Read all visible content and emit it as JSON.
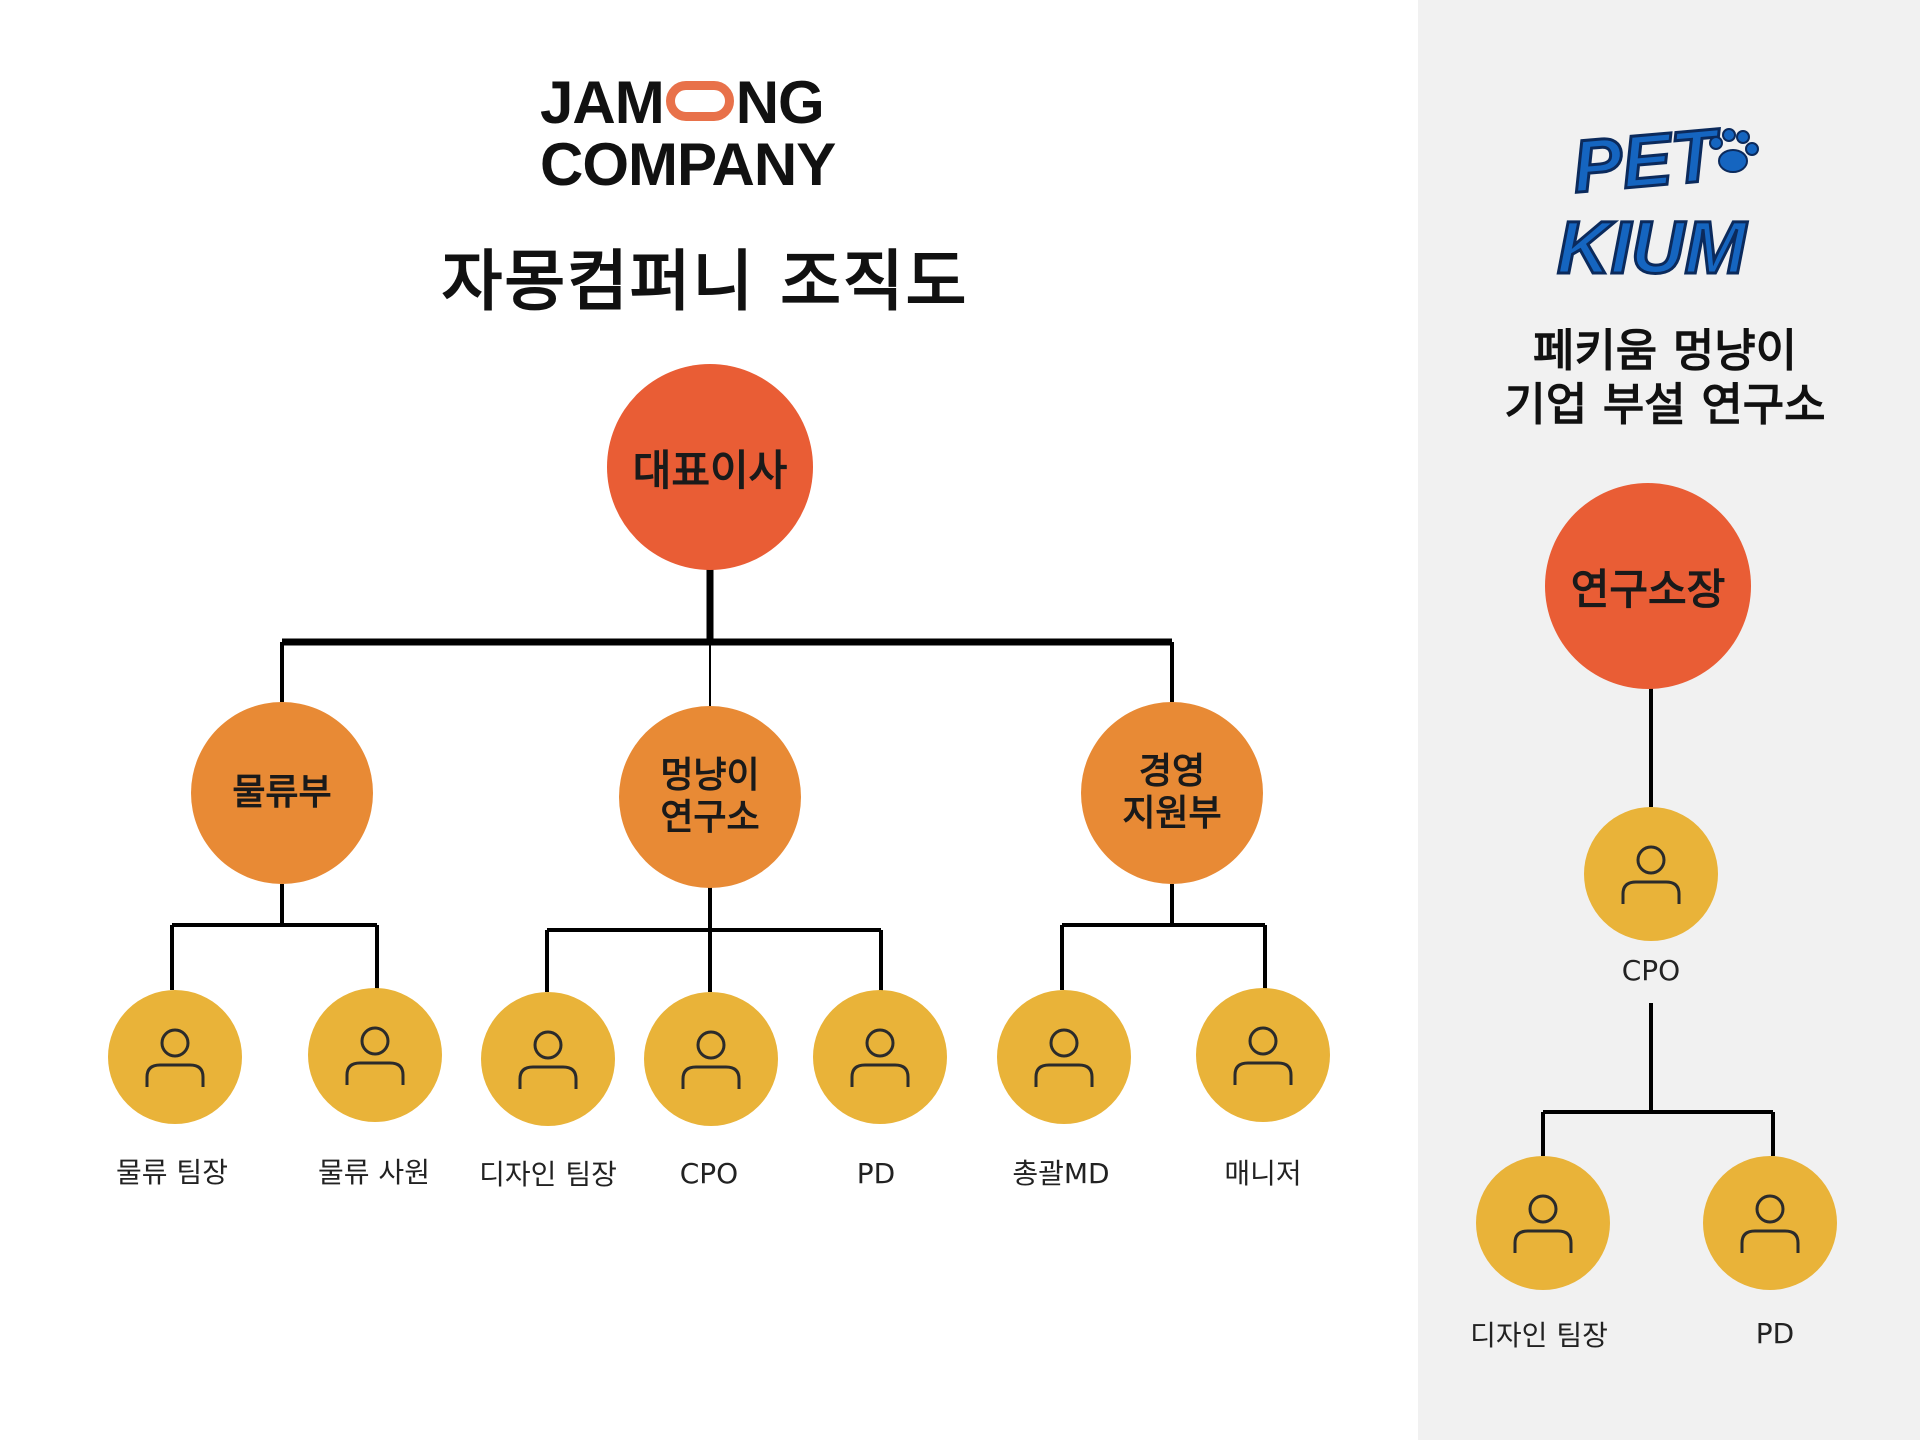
{
  "company": {
    "logo_line1_left": "JAM",
    "logo_line1_right": "NG",
    "logo_line2": "COMPANY",
    "title": "자몽컴퍼니 조직도"
  },
  "lab": {
    "logo_line1": "PET",
    "logo_line2": "KIUM",
    "title_line1": "페키움 멍냥이",
    "title_line2": "기업 부설 연구소"
  },
  "org": {
    "ceo": "대표이사",
    "depts": [
      {
        "line1": "물류부",
        "line2": ""
      },
      {
        "line1": "멍냥이",
        "line2": "연구소"
      },
      {
        "line1": "경영",
        "line2": "지원부"
      }
    ],
    "members": [
      "물류 팀장",
      "물류 사원",
      "디자인 팀장",
      "CPO",
      "PD",
      "총괄MD",
      "매니저"
    ]
  },
  "lab_org": {
    "head": "연구소장",
    "cpo": "CPO",
    "members": [
      "디자인 팀장",
      "PD"
    ]
  },
  "colors": {
    "ceo": "#e95d35",
    "dept": "#e88a35",
    "person": "#e9b339",
    "logo_accent": "#e8714a",
    "pet_blue": "#1565c0",
    "panel": "#f1f1f1"
  },
  "icons": {
    "person": "person-icon",
    "paw": "paw-icon"
  }
}
